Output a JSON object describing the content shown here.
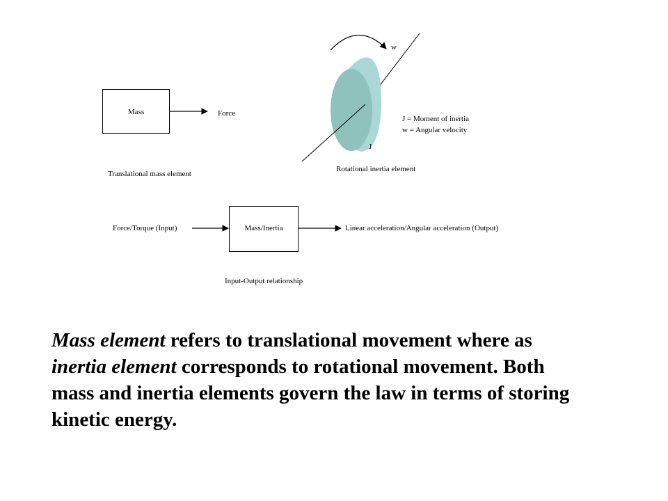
{
  "translational": {
    "box_label": "Mass",
    "force_label": "Force",
    "caption": "Translational mass element"
  },
  "rotational": {
    "omega_label": "w",
    "j_label": "J",
    "legend_j": "J = Moment of inertia",
    "legend_w": "w = Angular velocity",
    "caption": "Rotational inertia element",
    "disc_color": "#8fc1bd",
    "rim_color": "#a9d8d6"
  },
  "io": {
    "input_label": "Force/Torque (Input)",
    "box_label": "Mass/Inertia",
    "output_label": "Linear acceleration/Angular acceleration (Output)",
    "caption": "Input-Output relationship"
  },
  "description": {
    "l1_em": "Mass element",
    "l1_rest": " refers to translational movement where as",
    "l2_em": "inertia element",
    "l2_rest": " corresponds to rotational movement. Both",
    "l3": "mass and inertia elements govern the law in terms of storing",
    "l4": "kinetic energy."
  }
}
